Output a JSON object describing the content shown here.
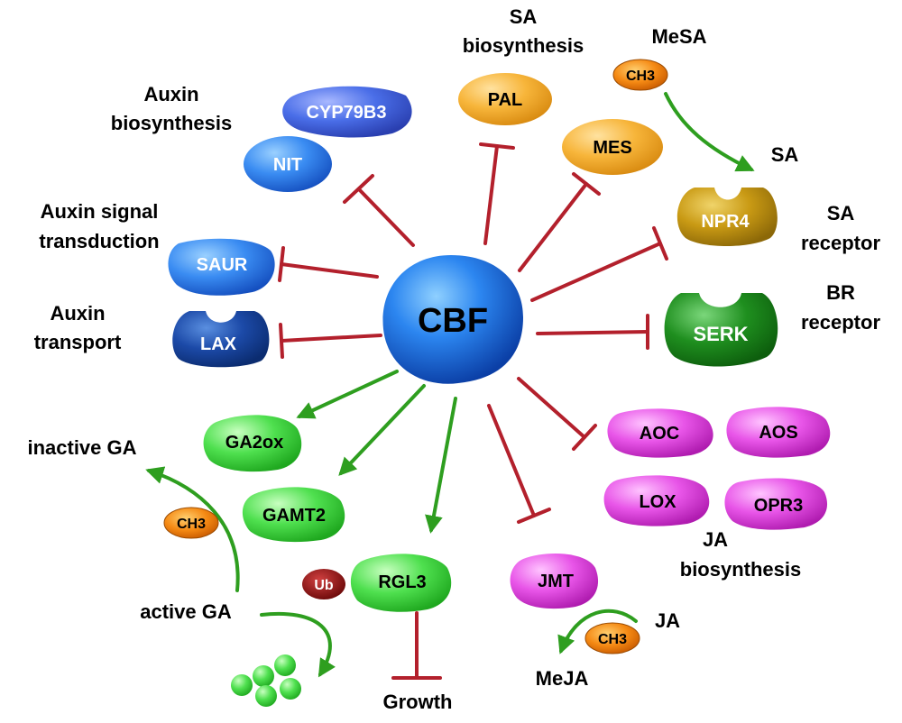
{
  "hub": {
    "label": "CBF"
  },
  "nodes": {
    "cyp79b3": "CYP79B3",
    "nit": "NIT",
    "saur": "SAUR",
    "lax": "LAX",
    "pal": "PAL",
    "mes": "MES",
    "npr4": "NPR4",
    "serk": "SERK",
    "aoc": "AOC",
    "aos": "AOS",
    "lox": "LOX",
    "opr3": "OPR3",
    "jmt": "JMT",
    "ga2ox": "GA2ox",
    "gamt2": "GAMT2",
    "rgl3": "RGL3"
  },
  "labels": {
    "auxin_bio_1": "Auxin",
    "auxin_bio_2": "biosynthesis",
    "auxin_sig_1": "Auxin signal",
    "auxin_sig_2": "transduction",
    "auxin_tr_1": "Auxin",
    "auxin_tr_2": "transport",
    "sa_bio_1": "SA",
    "sa_bio_2": "biosynthesis",
    "mesa": "MeSA",
    "sa": "SA",
    "sa_rec_1": "SA",
    "sa_rec_2": "receptor",
    "br_rec_1": "BR",
    "br_rec_2": "receptor",
    "ja_bio_1": "JA",
    "ja_bio_2": "biosynthesis",
    "ja": "JA",
    "meja": "MeJA",
    "inactive_ga": "inactive GA",
    "active_ga": "active GA",
    "growth": "Growth"
  },
  "badges": {
    "methyl": "CH3",
    "ubiquitin": "Ub"
  },
  "colors": {
    "inhibit": "#b3202c",
    "promote": "#2e9e1f",
    "hub": "#1f6fe0",
    "auxin_light": "#4d9fff",
    "auxin_dark": "#1a4fa8",
    "sa_orange": "#f4a21c",
    "sa_gold": "#c89a12",
    "br_green": "#1e8a1e",
    "ja_magenta": "#e040e0",
    "ga_green": "#3cd43c",
    "methyl_orange": "#f07f10",
    "ub_red": "#8b1010"
  }
}
